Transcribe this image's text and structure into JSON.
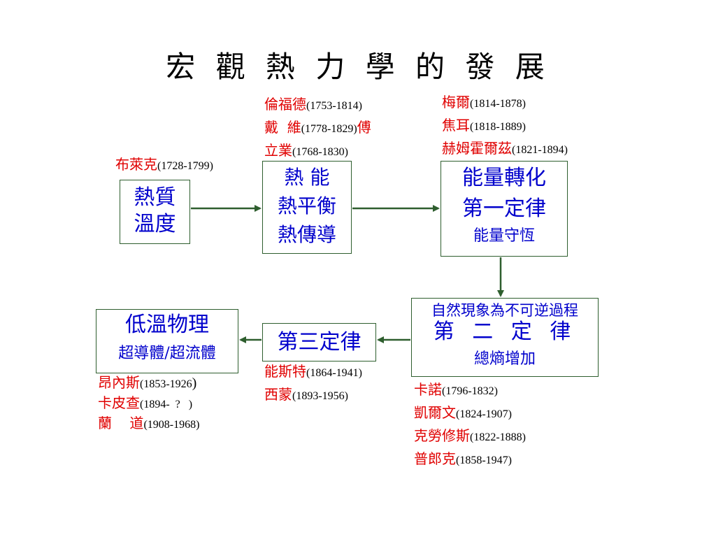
{
  "title": "宏 觀 熱 力 學 的 發 展",
  "boxes": {
    "caloric": [
      "熱質",
      "溫度"
    ],
    "heat": [
      "熱 能",
      "熱平衡",
      "熱傳導"
    ],
    "energy": [
      "能量轉化",
      "第一定律",
      "能量守恆"
    ],
    "second_law": [
      "自然現象為不可逆過程",
      "第 二 定 律",
      "總熵增加"
    ],
    "third_law": [
      "第三定律"
    ],
    "low_temp": [
      "低溫物理",
      "超導體/超流體"
    ]
  },
  "people": {
    "black": [
      {
        "name": "布萊克",
        "years": "(1728-1799)"
      }
    ],
    "group_heat": [
      {
        "name": "倫福德",
        "years": "(1753-1814)"
      },
      {
        "name": "戴  維",
        "years": "(1778-1829)",
        "suffix": "傅"
      },
      {
        "name": "立業",
        "years": "(1768-1830)"
      }
    ],
    "group_energy": [
      {
        "name": "梅爾",
        "years": "(1814-1878)"
      },
      {
        "name": "焦耳",
        "years": "(1818-1889)"
      },
      {
        "name": "赫姆霍爾茲",
        "years": "(1821-1894)"
      }
    ],
    "group_second": [
      {
        "name": "卡諾",
        "years": "(1796-1832)"
      },
      {
        "name": "凱爾文",
        "years": "(1824-1907)"
      },
      {
        "name": "克勞修斯",
        "years": "(1822-1888)"
      },
      {
        "name": "普郎克",
        "years": "(1858-1947)"
      }
    ],
    "group_third": [
      {
        "name": "能斯特",
        "years": "(1864-1941)"
      },
      {
        "name": "西蒙",
        "years": "(1893-1956)"
      }
    ],
    "group_lowtemp": [
      {
        "name": "昂內斯",
        "years": "(1853-1926",
        "close": ")"
      },
      {
        "name": "卡皮查",
        "years": "(1894-  ?   )"
      },
      {
        "name": "蘭    道",
        "years": "(1908-1968)"
      }
    ]
  },
  "colors": {
    "name": "#e00000",
    "box_text": "#0000cc",
    "arrow": "#2e5e2e"
  }
}
